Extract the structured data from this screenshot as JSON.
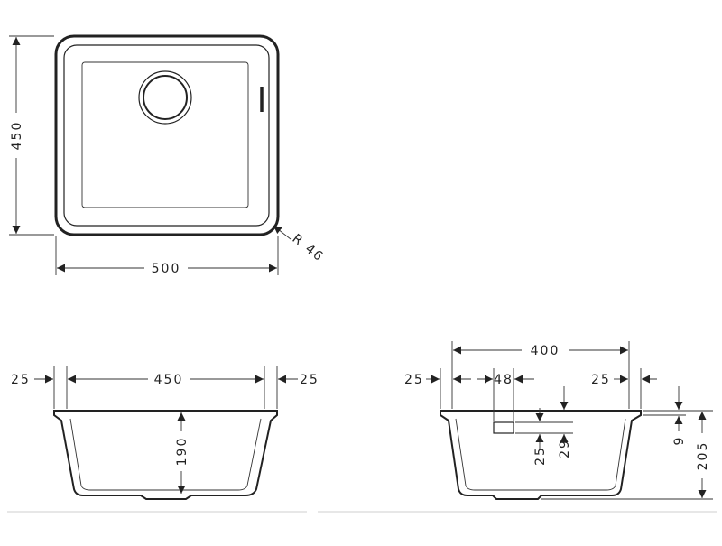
{
  "top_view": {
    "height": "450",
    "width": "500",
    "radius": "R 46"
  },
  "front_view": {
    "left_rim": "25",
    "inner_width": "450",
    "right_rim": "25",
    "depth": "190"
  },
  "side_view": {
    "inner_width": "400",
    "left_rim": "25",
    "overflow_offset": "48",
    "right_rim": "25",
    "overflow_height": "25",
    "overflow_top": "29",
    "rim_thickness": "9",
    "total_depth": "205"
  }
}
